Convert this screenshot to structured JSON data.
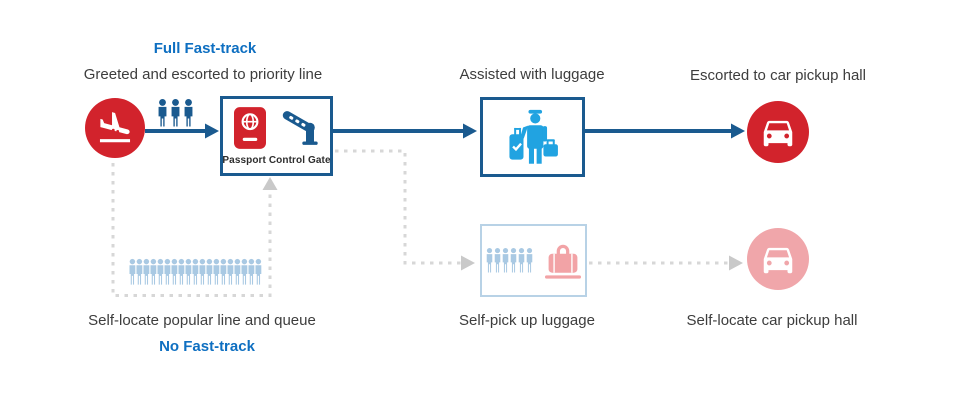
{
  "colors": {
    "red": "#d2232c",
    "blue_dark": "#1a5a8f",
    "blue_bright": "#0e6fc1",
    "blue_icon": "#21a3e1",
    "blue_light": "#a9c9e3",
    "blue_light_border": "#b8d2e6",
    "pink": "#f2a3a6",
    "pink_circle": "#f0a6aa",
    "gray_dash": "#d7d7d7",
    "gray_arrow": "#c9c9c9",
    "text": "#3d3d3d"
  },
  "fast_track": {
    "badge": "Full Fast-track",
    "step1_label": "Greeted and escorted to priority line",
    "gate_label": "Passport Control Gate",
    "step2_label": "Assisted with luggage",
    "step3_label": "Escorted to car pickup hall"
  },
  "no_fast_track": {
    "badge": "No Fast-track",
    "step1_label": "Self-locate popular line and queue",
    "step2_label": "Self-pick up luggage",
    "step3_label": "Self-locate car pickup hall"
  },
  "figures": {
    "escort_staff_count": 3,
    "queue_people_count": 19,
    "pickup_queue_count": 6
  },
  "icons": {
    "arrival": "plane-landing-icon",
    "passport": "passport-icon",
    "gate": "barrier-gate-icon",
    "porter": "porter-luggage-icon",
    "car": "car-icon",
    "person": "person-icon",
    "suitcase": "suitcase-on-belt-icon"
  }
}
